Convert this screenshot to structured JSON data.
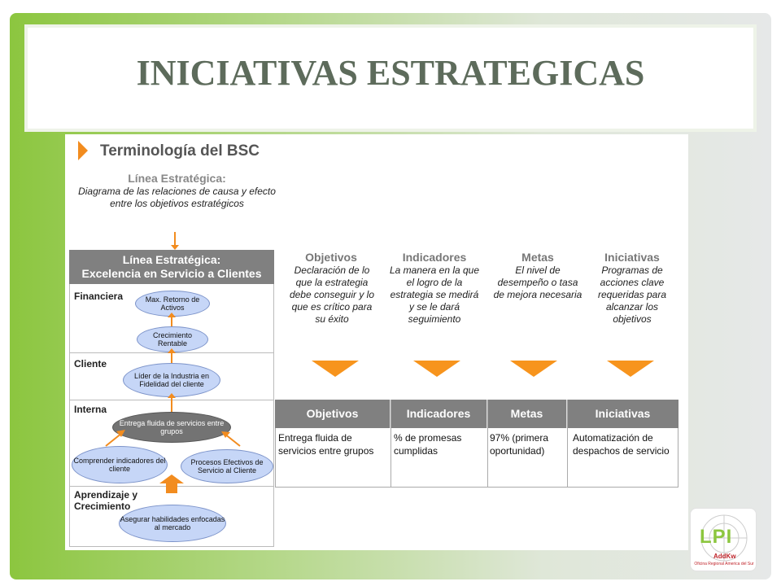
{
  "slide": {
    "title": "INICIATIVAS ESTRATEGICAS",
    "section_title": "Terminología del BSC"
  },
  "strategic_line": {
    "heading": "Línea Estratégica:",
    "description": "Diagrama de las relaciones de causa y efecto entre los objetivos estratégicos",
    "box_title_1": "Línea Estratégica:",
    "box_title_2": "Excelencia en Servicio a Clientes",
    "perspectives": [
      "Financiera",
      "Cliente",
      "Interna",
      "Aprendizaje y Crecimiento"
    ],
    "nodes": {
      "max_retorno": "Max. Retorno de Activos",
      "crecimiento": "Crecimiento Rentable",
      "lider": "Líder de la Industria en Fidelidad del cliente",
      "entrega": "Entrega fluida de servicios entre grupos",
      "comprender": "Comprender indicadores del cliente",
      "procesos": "Procesos Efectivos de Servicio al Cliente",
      "asegurar": "Asegurar habilidades enfocadas al mercado"
    }
  },
  "terms": [
    {
      "name": "Objetivos",
      "definition": "Declaración de lo que la estrategia debe conseguir y lo que es crítico para su éxito"
    },
    {
      "name": "Indicadores",
      "definition": "La manera en la que el logro de la estrategia se medirá y se le dará seguimiento"
    },
    {
      "name": "Metas",
      "definition": "El nivel de desempeño o tasa de mejora necesaria"
    },
    {
      "name": "Iniciativas",
      "definition": "Programas de acciones clave requeridas para alcanzar los objetivos"
    }
  ],
  "table": {
    "headers": [
      "Objetivos",
      "Indicadores",
      "Metas",
      "Iniciativas"
    ],
    "row": [
      "Entrega fluida de servicios entre grupos",
      "% de promesas cumplidas",
      "97% (primera oportunidad)",
      "Automatización de despachos de servicio"
    ]
  },
  "logo": {
    "text": "LPI",
    "sub": "AddKw",
    "caption": "Oficina Regional America del Sur"
  },
  "colors": {
    "accent": "#f7941d",
    "header_gray": "#808080",
    "node_blue": "#c6d6f7",
    "green": "#8cc63f"
  }
}
